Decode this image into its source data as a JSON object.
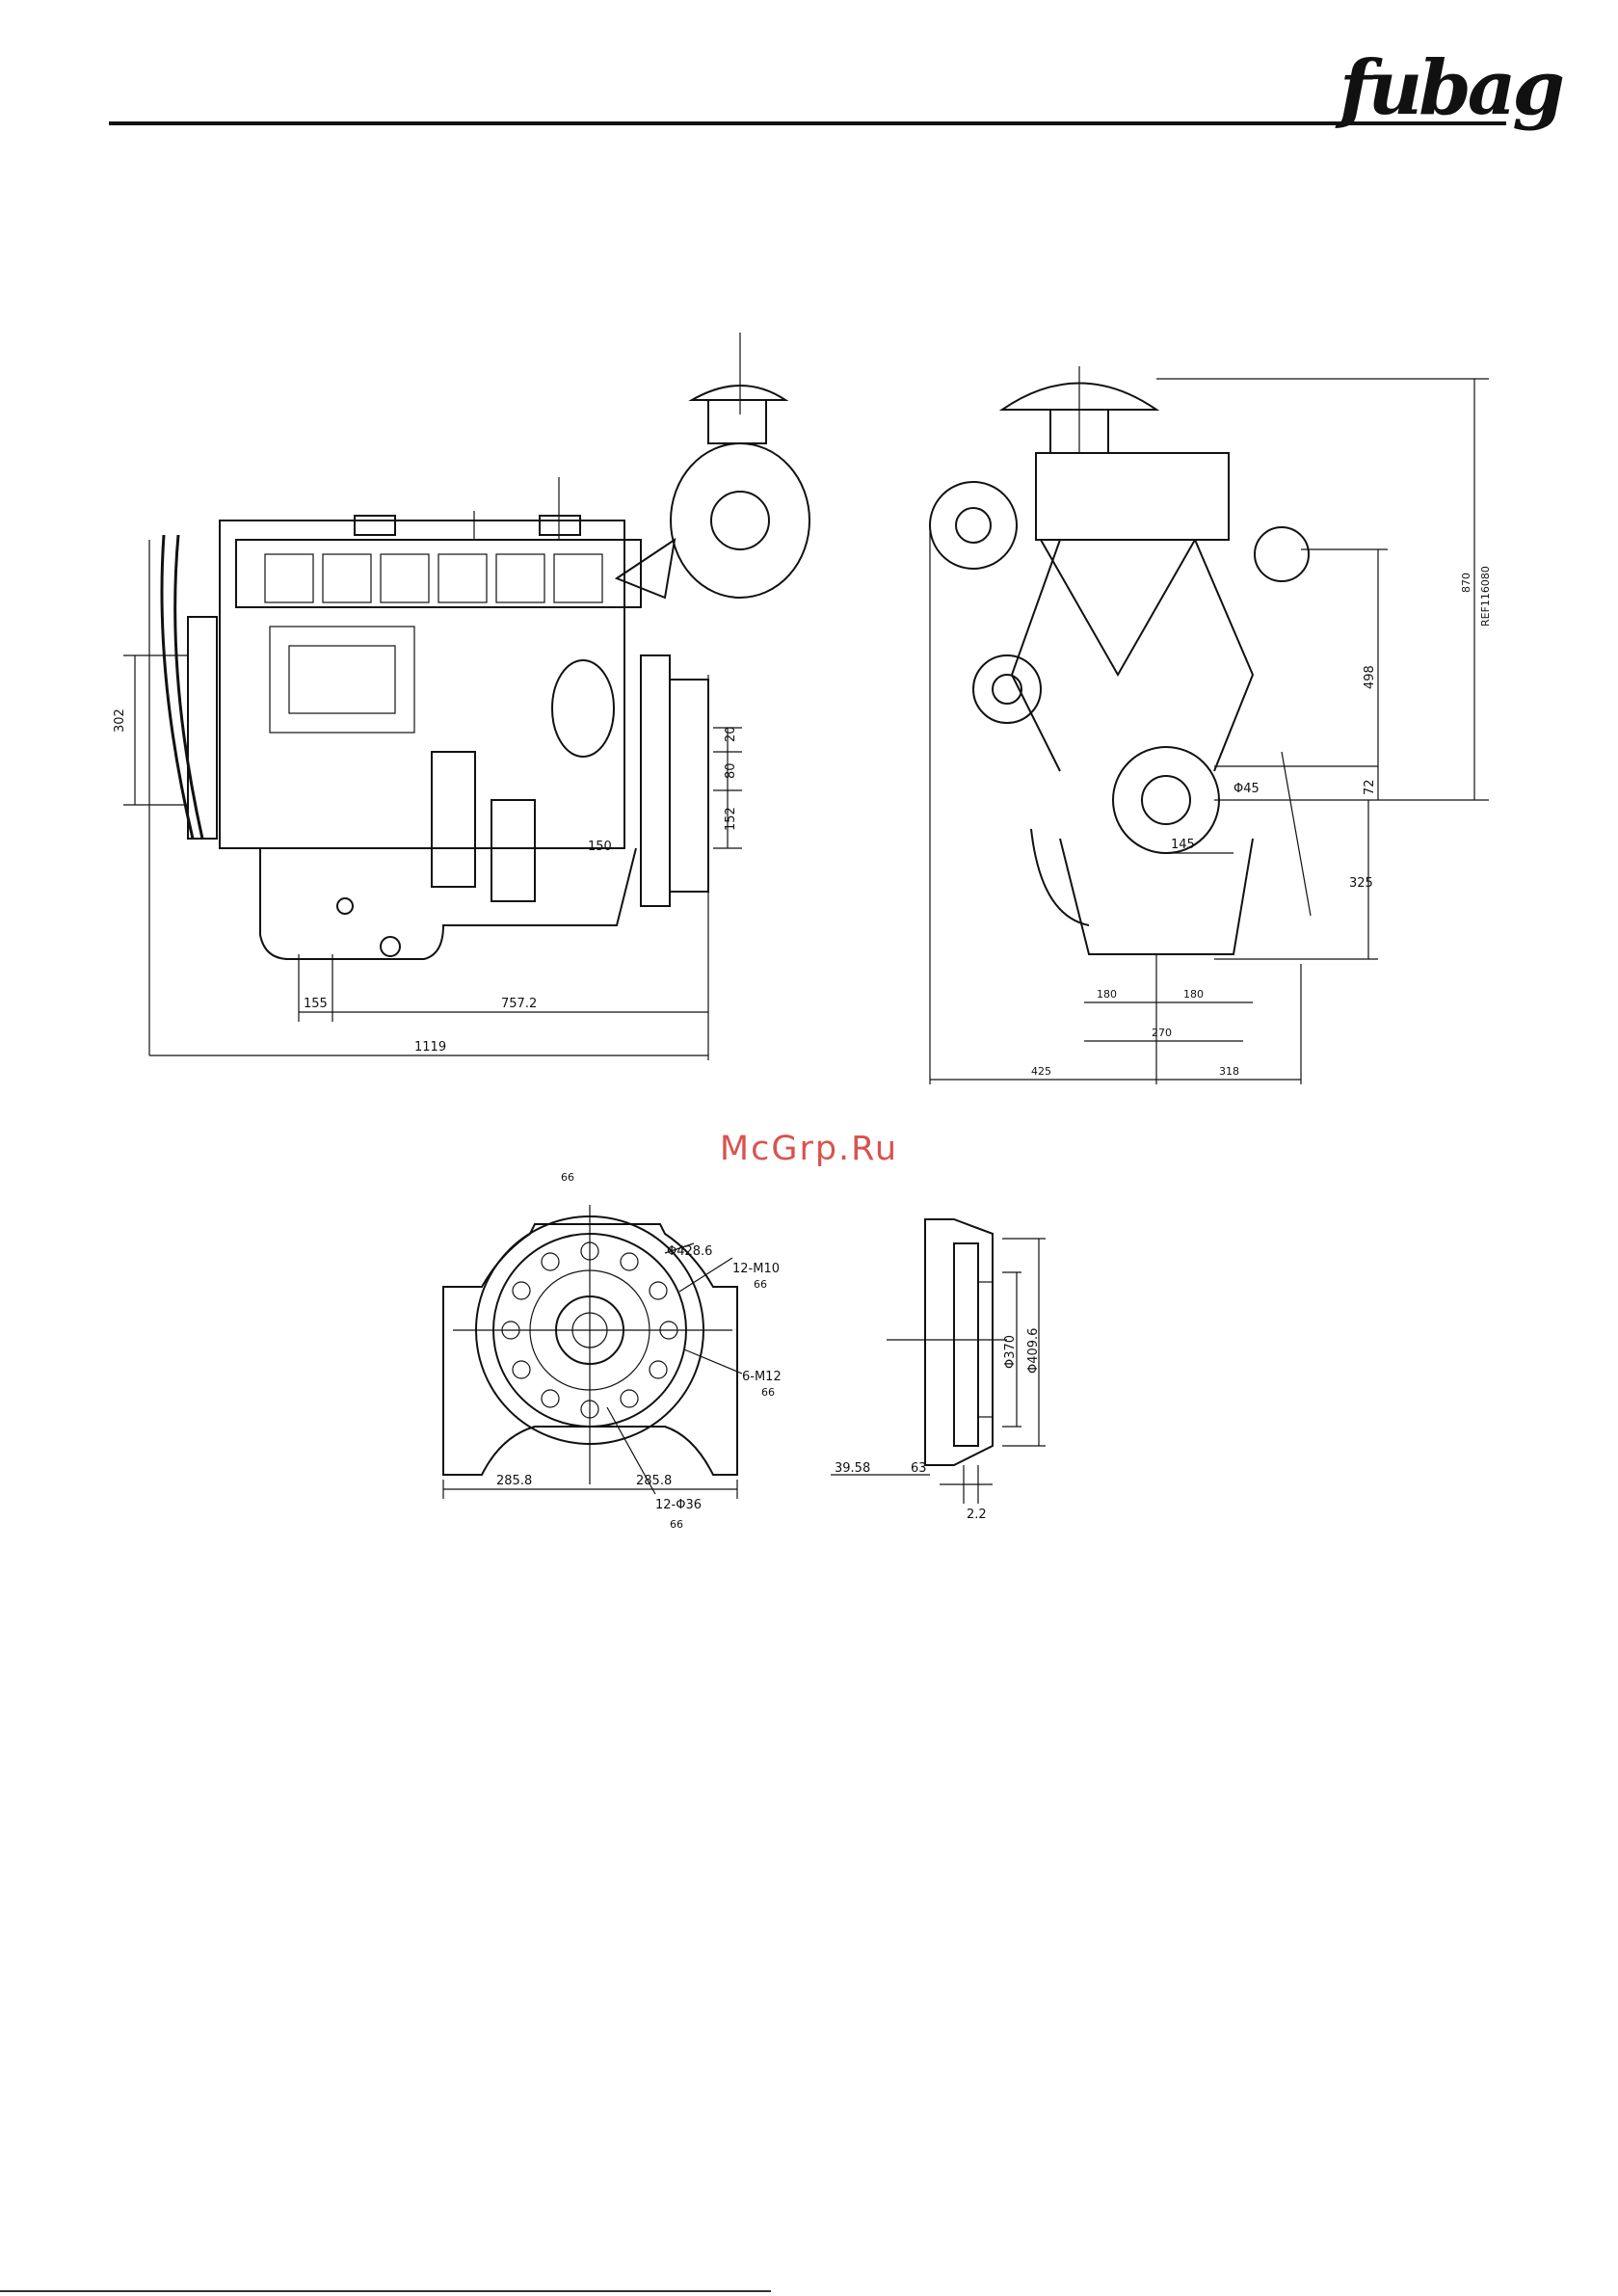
{
  "brand": {
    "logo_text": "fubag"
  },
  "watermark": "McGrp.Ru",
  "side_view": {
    "dims": {
      "height_302": "302",
      "d_20": "20",
      "d_80": "80",
      "d_152": "152",
      "d_150": "150",
      "d_155": "155",
      "d_757": "757.2",
      "d_1119": "1119"
    }
  },
  "front_view": {
    "dims": {
      "d_870": "870",
      "d_reset": "REF116080",
      "d_498": "498",
      "d_72": "72",
      "d_325": "325",
      "d_145": "145",
      "d_phi45": "Φ45",
      "d_180a": "180",
      "d_180b": "180",
      "d_270": "270",
      "d_425": "425",
      "d_318": "318"
    }
  },
  "flywheel_view": {
    "label": "66",
    "dims": {
      "phi428": "Φ428.6",
      "m12": "12-M10",
      "m6": "6-M12",
      "hole12": "12-Φ36",
      "w_left": "285.8",
      "w_right": "285.8",
      "sub1": "66",
      "sub2": "66",
      "sub3": "66"
    }
  },
  "flange_view": {
    "dims": {
      "phi370": "Φ370",
      "phi409": "Φ409.6",
      "d_395": "39.58",
      "d_63": "63",
      "d_22": "2.2"
    }
  }
}
